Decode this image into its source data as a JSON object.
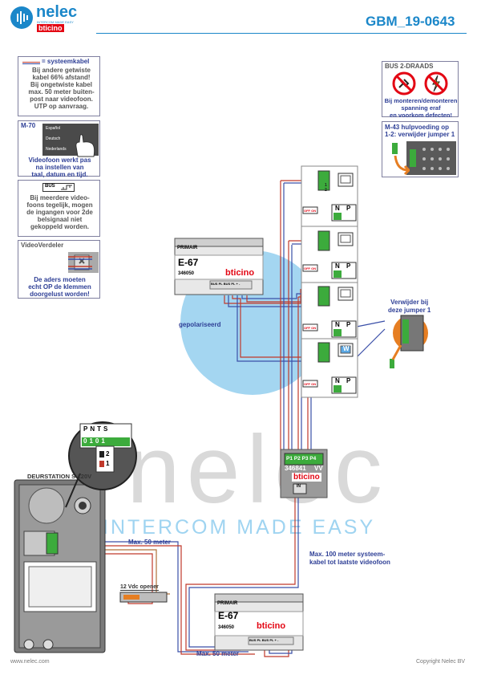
{
  "header": {
    "brand_name": "nelec",
    "brand_sub": "INTERCOM MADE EASY",
    "brand_partner": "bticino",
    "doc_code": "GBM_19-0643"
  },
  "colors": {
    "brand_blue": "#1b87c9",
    "label_blue": "#2e3f96",
    "watermark_blue": "#5ab4e6",
    "wire_red": "#c0392b",
    "wire_blue": "#3a4fa8",
    "wire_brown": "#b0703a",
    "terminal_green": "#3cab3c"
  },
  "watermark": {
    "text": "nelec",
    "tagline": "INTERCOM MADE EASY"
  },
  "notes": {
    "systeemkabel": {
      "legend": "= systeemkabel",
      "lines": [
        "Bij andere getwiste",
        "kabel 66% afstand!",
        "Bij ongetwiste kabel",
        "max. 50 meter buiten-",
        "post naar videofoon.",
        "UTP op aanvraag."
      ]
    },
    "m70": {
      "title": "M-70",
      "menu": [
        "Español",
        "Deutsch",
        "Nederlands"
      ],
      "lines": [
        "Videofoon werkt pas",
        "na instellen van",
        "taal, datum en tijd."
      ]
    },
    "meerdere": {
      "badge": "BUS",
      "lines": [
        "Bij meerdere video-",
        "foons tegelijk, mogen",
        "de ingangen voor 2de",
        "belsignaal niet",
        "gekoppeld worden."
      ]
    },
    "verdeler": {
      "title": "VideoVerdeler",
      "lines": [
        "De aders moeten",
        "echt OP de klemmen",
        "doorgelust worden!"
      ]
    },
    "bus2": {
      "title": "BUS 2-DRAADS",
      "lines": [
        "Bij monteren/demonteren",
        "spanning eraf",
        "en voorkom defecten!"
      ]
    },
    "m43": {
      "lines": [
        "M-43  hulpvoeding op",
        "1-2: verwijder jumper 1"
      ]
    },
    "jumper": {
      "lines": [
        "Verwijder bij",
        "deze jumper 1"
      ]
    }
  },
  "devices": {
    "psu_top": {
      "header": "PRIMAIR",
      "model": "E-67",
      "code": "346050",
      "brand": "bticino",
      "terms": [
        "BUS",
        "PL",
        "BUS",
        "PL",
        "+",
        "-"
      ]
    },
    "psu_bottom": {
      "header": "PRIMAIR",
      "model": "E-67",
      "code": "346050",
      "brand": "bticino",
      "terms": [
        "BUS",
        "PL",
        "BUS",
        "PL",
        "+",
        "-"
      ]
    },
    "distributor": {
      "ports": [
        "P1",
        "P2",
        "P3",
        "P4"
      ],
      "code": "346841",
      "vv": "VV",
      "brand": "bticino",
      "in": "IN"
    },
    "doorstation": {
      "title": "DEURSTATION S-120V"
    },
    "opener": {
      "label": "12 Vdc opener"
    },
    "terminal_zoom": {
      "labels": [
        "P",
        "N",
        "T",
        "S"
      ],
      "values": [
        "0",
        "1",
        "0",
        "1"
      ],
      "pins": [
        "2",
        "1"
      ]
    },
    "monitor_terms": {
      "off": "OFF",
      "on": "ON",
      "n": "N",
      "p": "P",
      "pins": [
        "1",
        "2"
      ],
      "w": "W"
    }
  },
  "labels": {
    "gepolariseerd": "gepolariseerd",
    "max50_top": "Max. 50 meter",
    "max50_bottom": "Max. 50 meter",
    "max100_1": "Max. 100 meter systeem-",
    "max100_2": "kabel tot laatste videofoon"
  },
  "footer": {
    "website": "www.nelec.com",
    "copyright": "Copyright Nelec BV"
  }
}
